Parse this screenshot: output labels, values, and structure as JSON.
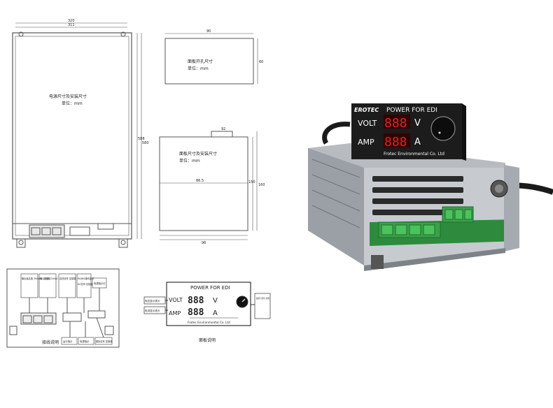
{
  "top_left": {
    "dim_width_outer": "320",
    "dim_width_inner": "311",
    "dim_height_outer": "588",
    "dim_height_inner": "580",
    "title": "电源尺寸及安装尺寸",
    "unit": "单位：mm"
  },
  "panel_cutout": {
    "dim_width": "90",
    "dim_height": "60",
    "title": "面板开孔尺寸",
    "unit": "单位：mm"
  },
  "panel_install": {
    "dim_top": "92",
    "dim_inner": "86.5",
    "dim_bottom": "96",
    "dim_height1": "150",
    "dim_height2": "160",
    "title": "面板尺寸及安装尺寸",
    "unit": "单位：mm"
  },
  "wiring": {
    "label1": "输出最高值 300VDC 正负极",
    "label2": "输入电源 220VAC",
    "label3": "高低信号 控制端",
    "label4": "RS485通讯接口",
    "label5": "DC信号 控制端",
    "label6": "电源指示灯",
    "label7": "运行指示",
    "label8": "电源指示",
    "label9": "模拟信号 控制端",
    "caption": "接线说明"
  },
  "panel_diagram": {
    "header": "POWER FOR EDI",
    "volt_label": "VOLT",
    "amp_label": "AMP",
    "digits": "888",
    "volt_unit": "V",
    "amp_unit": "A",
    "company": "Frotec Environmental Co. Ltd",
    "left_note1": "电压显示表头",
    "left_note2": "电流显示表头",
    "right_note": "输出电压调节，顺时针升高，逆时针降低",
    "caption": "面板说明"
  },
  "photo": {
    "brand": "EROTEC",
    "header": "POWER FOR EDI",
    "volt_label": "VOLT",
    "amp_label": "AMP",
    "digits": "888",
    "volt_unit": "V",
    "amp_unit": "A",
    "company": "Frotec Environmental Co. Ltd"
  },
  "colors": {
    "line": "#555555",
    "panel_dark": "#1c1c1c",
    "led_red": "#d62828",
    "pcb_green": "#2e8b3e",
    "terminal_green": "#3aa14a",
    "metal": "#c7cbd0"
  }
}
